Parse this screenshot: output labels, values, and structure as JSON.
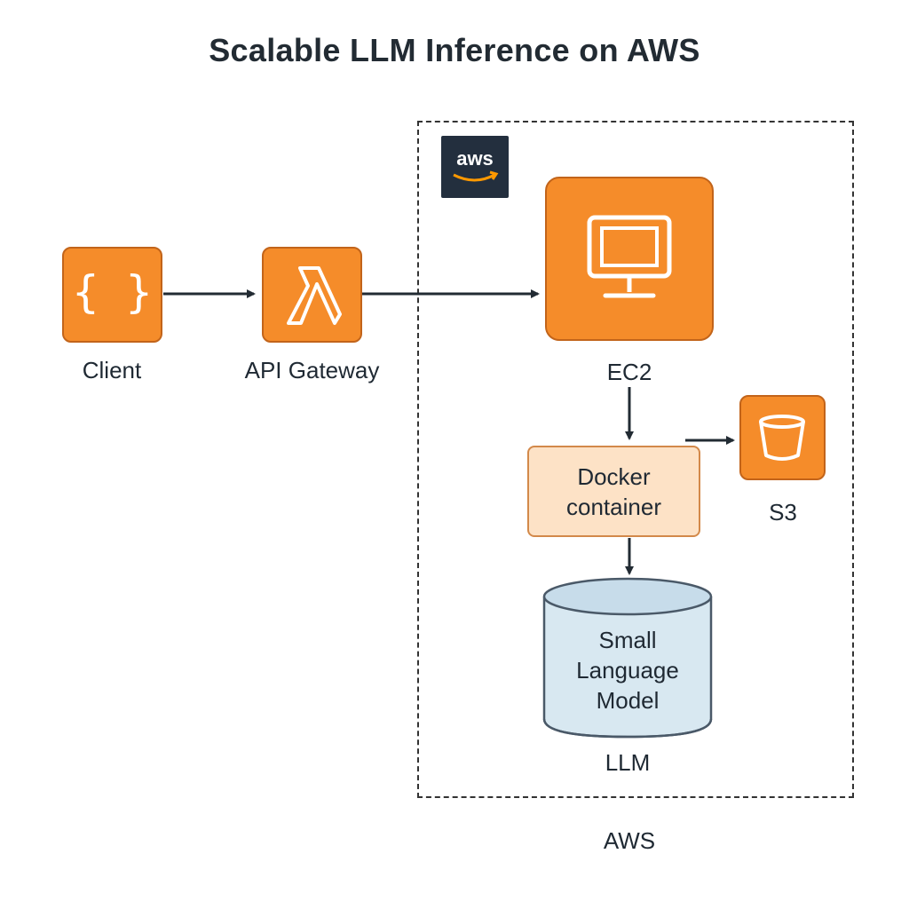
{
  "title": "Scalable LLM Inference on AWS",
  "aws_logo_text": "aws",
  "region_label": "AWS",
  "nodes": {
    "client": {
      "label": "Client",
      "icon": "braces-icon",
      "glyph": "{ }"
    },
    "api_gateway": {
      "label": "API Gateway",
      "icon": "lambda-icon"
    },
    "ec2": {
      "label": "EC2",
      "icon": "monitor-icon"
    },
    "s3": {
      "label": "S3",
      "icon": "bucket-icon"
    },
    "docker": {
      "label_line1": "Docker",
      "label_line2": "container"
    },
    "llm": {
      "label": "LLM",
      "text_line1": "Small",
      "text_line2": "Language",
      "text_line3": "Model"
    }
  },
  "colors": {
    "aws_orange": "#f58c2a",
    "docker_fill": "#fde2c6",
    "model_fill": "#d8e8f1",
    "aws_dark": "#232f3e"
  }
}
